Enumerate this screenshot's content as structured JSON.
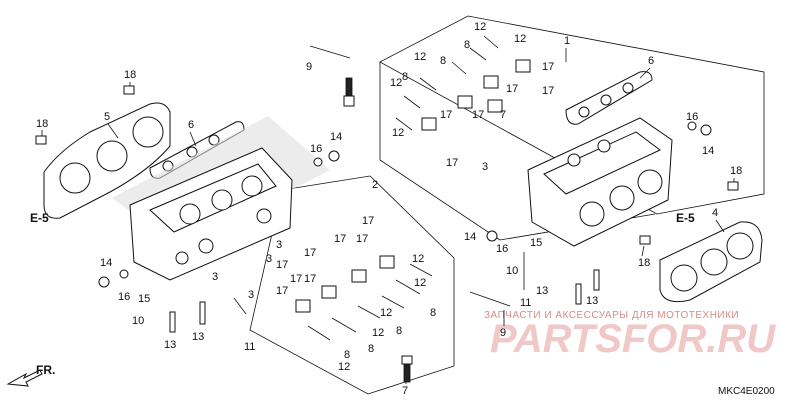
{
  "callouts": {
    "c9a": "9",
    "c18a": "18",
    "c18b": "18",
    "c5": "5",
    "c6a": "6",
    "c16a": "16",
    "c14a": "14",
    "c2": "2",
    "c17a": "17",
    "c17b": "17",
    "c17c": "17",
    "c17d": "17",
    "c17e": "17",
    "c17f": "17",
    "c17g": "17",
    "c17h": "17",
    "c17i": "17",
    "c17j": "17",
    "c17k": "17",
    "c17l": "17",
    "c17m": "17",
    "c17n": "17",
    "c3a": "3",
    "c3b": "3",
    "c3c": "3",
    "c3d": "3",
    "c3e": "3",
    "c12a": "12",
    "c12b": "12",
    "c12c": "12",
    "c12d": "12",
    "c12e": "12",
    "c12f": "12",
    "c12g": "12",
    "c12h": "12",
    "c12i": "12",
    "c12j": "12",
    "c8a": "8",
    "c8b": "8",
    "c8c": "8",
    "c8d": "8",
    "c8e": "8",
    "c8f": "8",
    "c8g": "8",
    "c14b": "14",
    "c14c": "14",
    "c14d": "14",
    "c16b": "16",
    "c16c": "16",
    "c16d": "16",
    "c15a": "15",
    "c15b": "15",
    "c10a": "10",
    "c10b": "10",
    "c13a": "13",
    "c13b": "13",
    "c13c": "13",
    "c13d": "13",
    "c11a": "11",
    "c11b": "11",
    "c7a": "7",
    "c7b": "7",
    "c9b": "9",
    "c1": "1",
    "c6b": "6",
    "c4": "4",
    "c18c": "18",
    "c18d": "18"
  },
  "section_refs": {
    "left": "E-5",
    "right": "E-5"
  },
  "direction": {
    "label": "FR."
  },
  "watermark": {
    "tagline": "ЗАПЧАСТИ И АКСЕССУАРЫ ДЛЯ МОТОТЕХНИКИ",
    "brand": "PARTSFOR.RU"
  },
  "diagram_code": "MKC4E0200"
}
